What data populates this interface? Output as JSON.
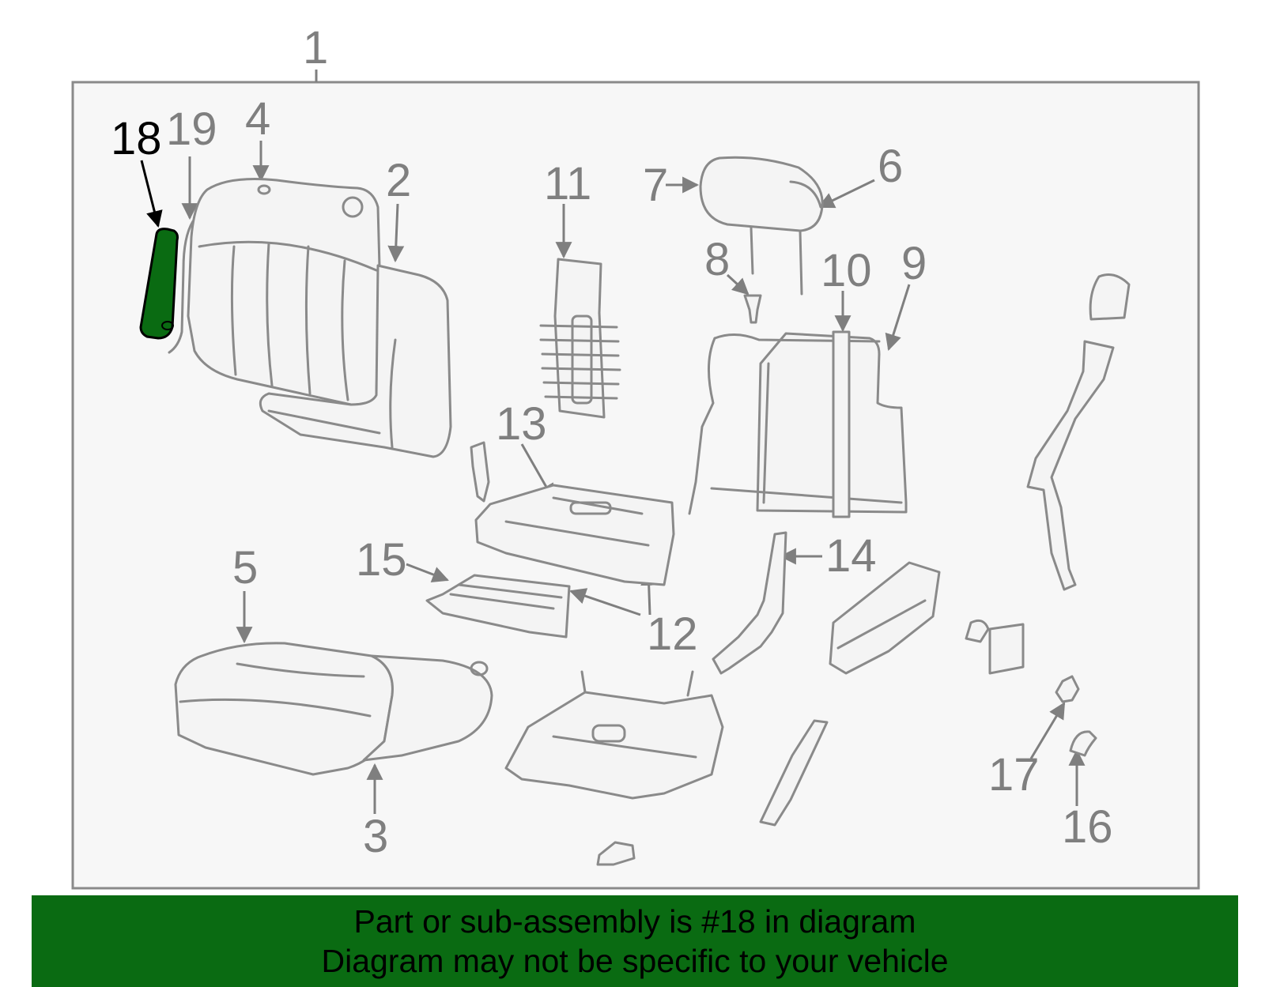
{
  "diagram": {
    "callouts": {
      "c1": "1",
      "c2": "2",
      "c3": "3",
      "c4": "4",
      "c5": "5",
      "c6": "6",
      "c7": "7",
      "c8": "8",
      "c9": "9",
      "c10": "10",
      "c11": "11",
      "c12": "12",
      "c13": "13",
      "c14": "14",
      "c15": "15",
      "c16": "16",
      "c17": "17",
      "c18": "18",
      "c19": "19"
    },
    "highlighted_part": "18",
    "colors": {
      "highlight_fill": "#0a6b12",
      "line_gray": "#8a8a8a",
      "frame_bg": "#f7f7f7",
      "banner_bg": "#0a6b12"
    }
  },
  "banner": {
    "line1": "Part or sub-assembly is #18 in diagram",
    "line2": "Diagram may not be specific to your vehicle"
  }
}
